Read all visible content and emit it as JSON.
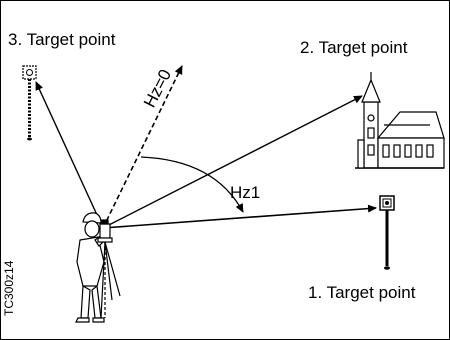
{
  "labels": {
    "target3": "3. Target point",
    "target2": "2. Target point",
    "target1": "1. Target point",
    "hz0": "Hz=0",
    "hz1": "Hz1",
    "code": "TC300z14"
  }
}
